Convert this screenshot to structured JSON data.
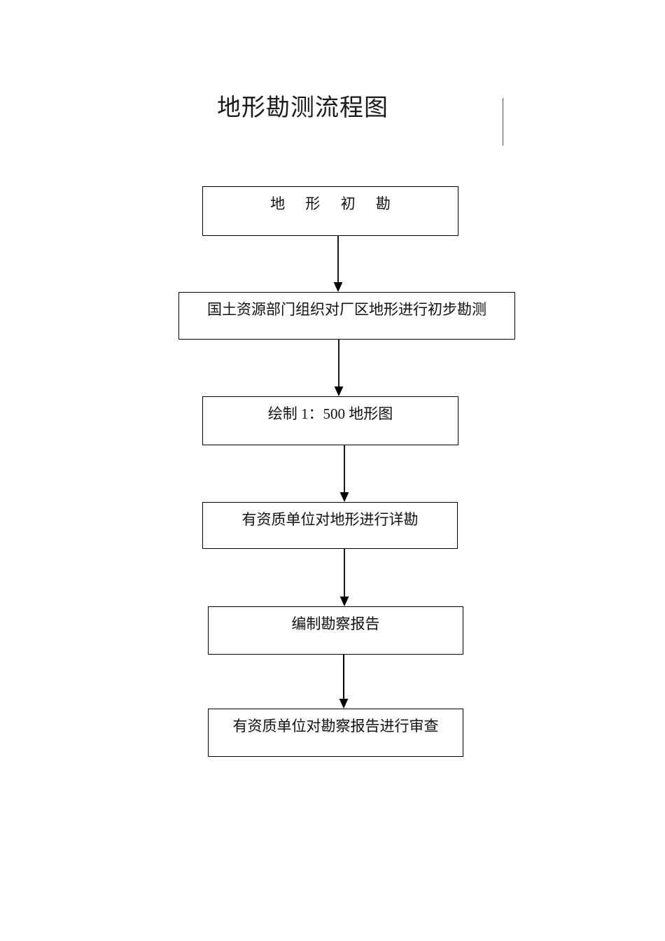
{
  "document": {
    "title": "地形勘测流程图",
    "page_background": "#ffffff",
    "ink_color": "#000000"
  },
  "header": {
    "title": "地形勘测流程图",
    "vertical_rule": "vertical-rule"
  },
  "flowchart": {
    "type": "flowchart",
    "orientation": "top-to-bottom",
    "node_shape": "rectangle",
    "nodes": [
      {
        "id": "n1",
        "label": "地 形 初 勘"
      },
      {
        "id": "n2",
        "label": "国土资源部门组织对厂区地形进行初步勘测"
      },
      {
        "id": "n3",
        "label": "绘制 1：500 地形图"
      },
      {
        "id": "n4",
        "label": "有资质单位对地形进行详勘"
      },
      {
        "id": "n5",
        "label": "编制勘察报告"
      },
      {
        "id": "n6",
        "label": "有资质单位对勘察报告进行审查"
      }
    ],
    "edges": [
      {
        "id": "e1",
        "from": "n1",
        "to": "n2",
        "arrow": "down-arrow"
      },
      {
        "id": "e2",
        "from": "n2",
        "to": "n3",
        "arrow": "down-arrow"
      },
      {
        "id": "e3",
        "from": "n3",
        "to": "n4",
        "arrow": "down-arrow"
      },
      {
        "id": "e4",
        "from": "n4",
        "to": "n5",
        "arrow": "down-arrow"
      },
      {
        "id": "e5",
        "from": "n5",
        "to": "n6",
        "arrow": "down-arrow"
      }
    ]
  }
}
